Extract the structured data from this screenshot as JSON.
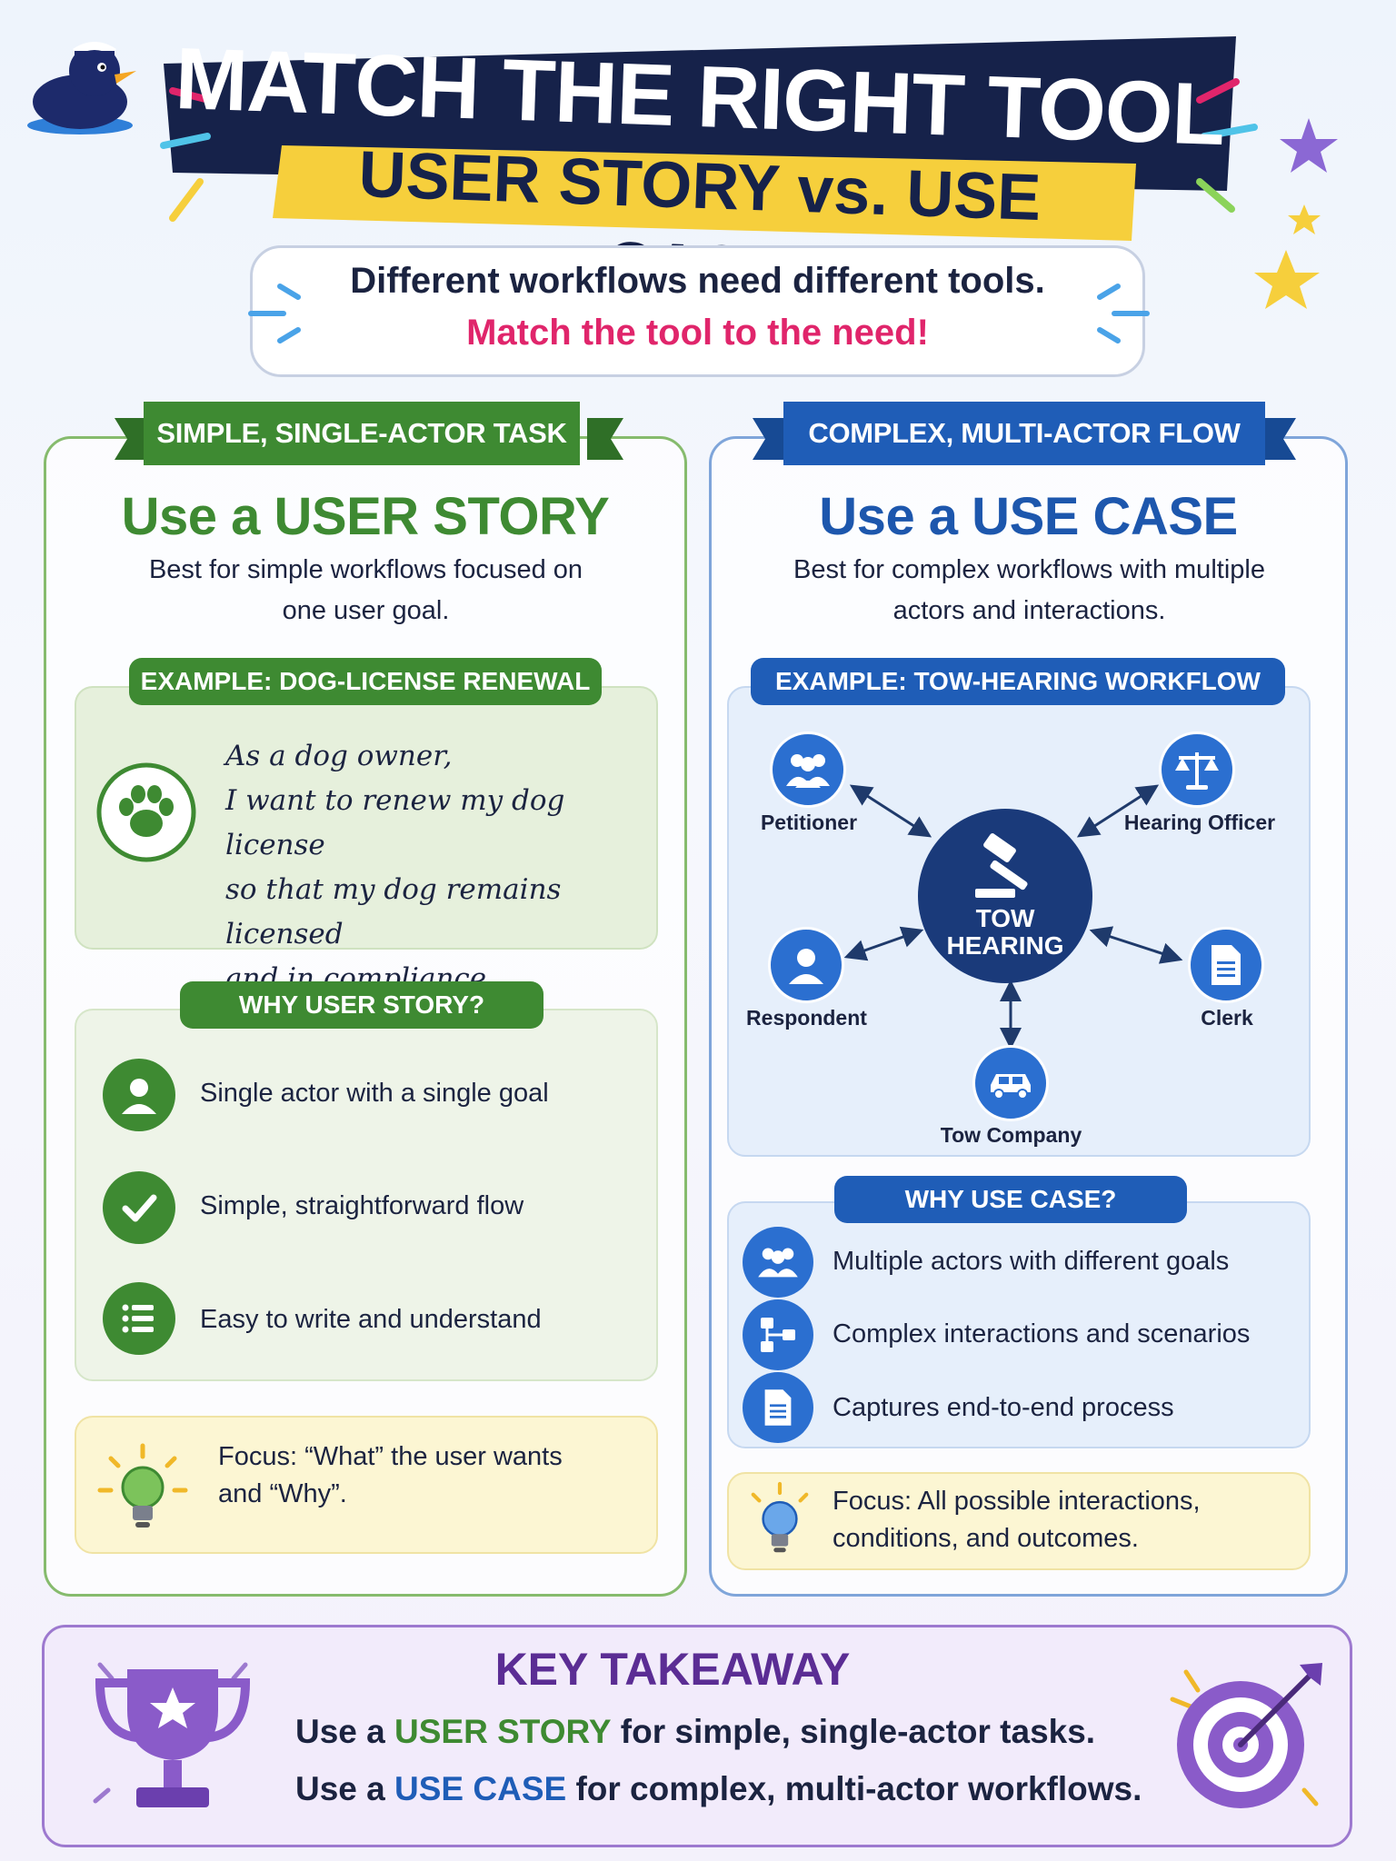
{
  "header": {
    "title": "MATCH THE RIGHT TOOL",
    "subtitle": "USER STORY vs. USE CASE",
    "tagline_1": "Different workflows need different tools.",
    "tagline_2": "Match the tool to the need!"
  },
  "left": {
    "ribbon": "SIMPLE, SINGLE-ACTOR TASK",
    "heading": "Use a USER STORY",
    "desc_1": "Best for simple workflows focused on",
    "desc_2": "one user goal.",
    "example_label": "EXAMPLE: DOG-LICENSE RENEWAL",
    "story": [
      "As a dog owner,",
      "I want to renew my dog license",
      "so that my dog remains licensed",
      "and in compliance."
    ],
    "why_label": "WHY USER STORY?",
    "reasons": [
      "Single actor with a single goal",
      "Simple, straightforward flow",
      "Easy to write and understand"
    ],
    "focus_1": "Focus: “What” the user wants",
    "focus_2": "and “Why”."
  },
  "right": {
    "ribbon": "COMPLEX, MULTI-ACTOR FLOW",
    "heading": "Use a USE CASE",
    "desc_1": "Best for complex workflows with multiple",
    "desc_2": "actors and interactions.",
    "example_label": "EXAMPLE: TOW-HEARING WORKFLOW",
    "center_1": "TOW",
    "center_2": "HEARING",
    "actors": {
      "petitioner": "Petitioner",
      "hearing_officer": "Hearing Officer",
      "respondent": "Respondent",
      "clerk": "Clerk",
      "tow_company": "Tow Company"
    },
    "why_label": "WHY USE CASE?",
    "reasons": [
      "Multiple actors with different goals",
      "Complex interactions and scenarios",
      "Captures end-to-end process"
    ],
    "focus_1": "Focus: All possible interactions,",
    "focus_2": "conditions, and outcomes."
  },
  "takeaway": {
    "title": "KEY TAKEAWAY",
    "line1_pre": "Use a ",
    "line1_em": "USER STORY",
    "line1_post": " for simple, single-actor tasks.",
    "line2_pre": "Use a ",
    "line2_em": "USE CASE",
    "line2_post": " for complex, multi-actor workflows."
  },
  "colors": {
    "green": "#3e8a32",
    "blue": "#1f5db7",
    "navy": "#16224a",
    "pink": "#e0256b",
    "yellow": "#f6cf3c",
    "purple": "#5b2d94"
  },
  "icons": [
    "duck-mascot",
    "star-icon",
    "paw-icon",
    "person-icon",
    "check-icon",
    "list-icon",
    "lightbulb-icon",
    "group-icon",
    "scales-icon",
    "gavel-icon",
    "document-icon",
    "car-icon",
    "flowchart-icon",
    "trophy-icon",
    "target-icon"
  ]
}
